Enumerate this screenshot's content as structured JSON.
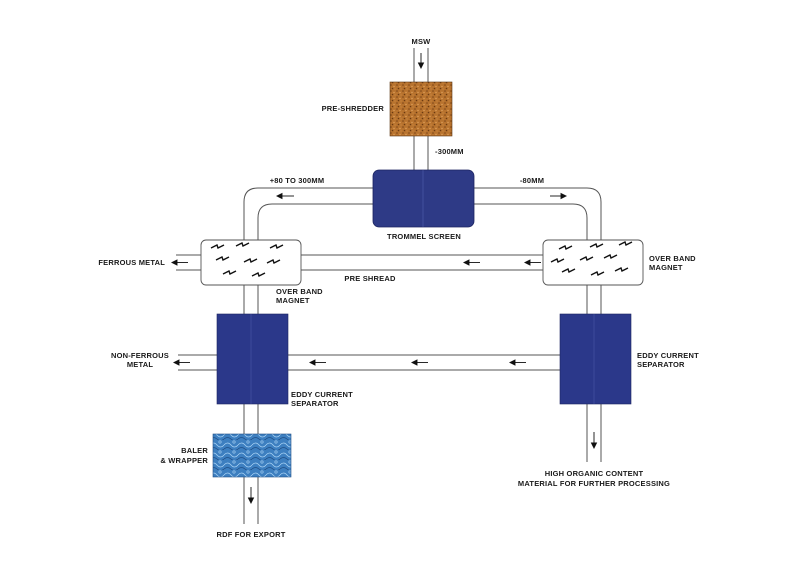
{
  "diagram": {
    "labels": {
      "msw": "MSW",
      "pre_shredder": "PRE-SHREDDER",
      "minus_300mm": "-300MM",
      "plus_80_to_300mm": "+80 TO 300MM",
      "minus_80mm": "-80MM",
      "trommel_screen": "TROMMEL SCREEN",
      "ferrous_metal": "FERROUS METAL",
      "pre_shread": "PRE SHREAD",
      "over_band_magnet_left_1": "OVER BAND",
      "over_band_magnet_left_2": "MAGNET",
      "over_band_magnet_right_1": "OVER BAND",
      "over_band_magnet_right_2": "MAGNET",
      "non_ferrous_metal_1": "NON-FERROUS",
      "non_ferrous_metal_2": "METAL",
      "eddy_current_left_1": "EDDY CURRENT",
      "eddy_current_left_2": "SEPARATOR",
      "eddy_current_right_1": "EDDY CURRENT",
      "eddy_current_right_2": "SEPARATOR",
      "baler_1": "BALER",
      "baler_2": "& WRAPPER",
      "rdf_for_export": "RDF FOR EXPORT",
      "high_organic_1": "HIGH ORGANIC CONTENT",
      "high_organic_2": "MATERIAL FOR FURTHER PROCESSING"
    },
    "colors": {
      "pre_shredder": "#b8732e",
      "trommel": "#2e3a86",
      "separator": "#2b388a",
      "baler": "#3d7fc0",
      "pipe": "#555555"
    }
  }
}
